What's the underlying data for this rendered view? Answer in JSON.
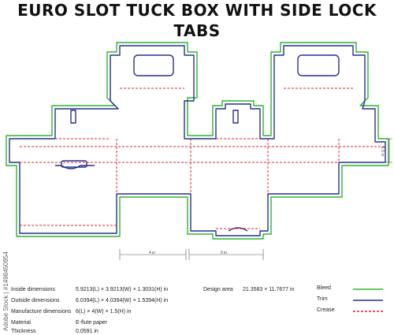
{
  "title": "EURO SLOT TUCK BOX WITH SIDE LOCK TABS",
  "dimensions": {
    "width_a": "4 in",
    "width_b": "6 in",
    "height": "1.5 in"
  },
  "specs": [
    {
      "label": "Inside dimensions",
      "value": "5.9213(L) × 3.9213(W) × 1.3031(H) in"
    },
    {
      "label": "Outside dimensions",
      "value": "6.0394(L) × 4.0394(W) × 1.5394(H) in"
    },
    {
      "label": "Manufacture dimensions",
      "value": "6(L) × 4(W) × 1.5(H) in"
    },
    {
      "label": "Material",
      "value": "E-flute paper"
    },
    {
      "label": "Thickness",
      "value": "0.0591 in"
    }
  ],
  "design_area": {
    "label": "Design area",
    "value": "21.3583 × 11.7677 in"
  },
  "legend": [
    {
      "label": "Bleed",
      "color": "#2bb52b",
      "style": "solid"
    },
    {
      "label": "Trim",
      "color": "#2a2f8f",
      "style": "solid"
    },
    {
      "label": "Crease",
      "color": "#e0202a",
      "style": "dashed"
    }
  ],
  "watermark_id": "Adobe Stock | #1498450854"
}
